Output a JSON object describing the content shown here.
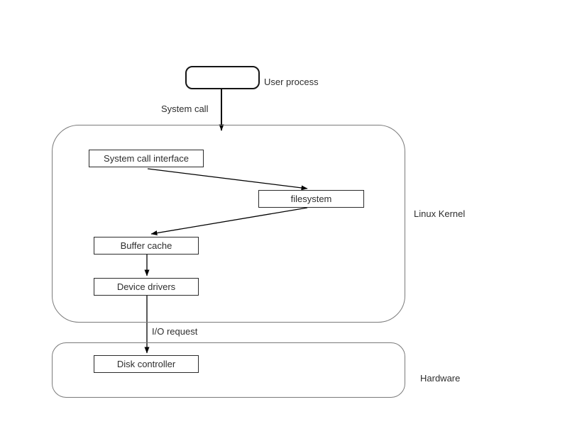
{
  "labels": {
    "user_process": "User process",
    "system_call": "System call",
    "linux_kernel": "Linux Kernel",
    "io_request": "I/O request",
    "hardware": "Hardware"
  },
  "boxes": {
    "system_call_interface": "System call interface",
    "filesystem": "filesystem",
    "buffer_cache": "Buffer cache",
    "device_drivers": "Device drivers",
    "disk_controller": "Disk controller"
  },
  "connections": [
    {
      "from": "user_process",
      "to": "linux_kernel",
      "label": "System call"
    },
    {
      "from": "system_call_interface",
      "to": "filesystem",
      "label": ""
    },
    {
      "from": "filesystem",
      "to": "buffer_cache",
      "label": ""
    },
    {
      "from": "buffer_cache",
      "to": "device_drivers",
      "label": ""
    },
    {
      "from": "device_drivers",
      "to": "disk_controller",
      "label": "I/O request"
    }
  ],
  "colors": {
    "background": "#ffffff",
    "box_border": "#2b2b2b",
    "container_border": "#7a7a7a",
    "arrow": "#000000",
    "text": "#2e2e2e"
  }
}
